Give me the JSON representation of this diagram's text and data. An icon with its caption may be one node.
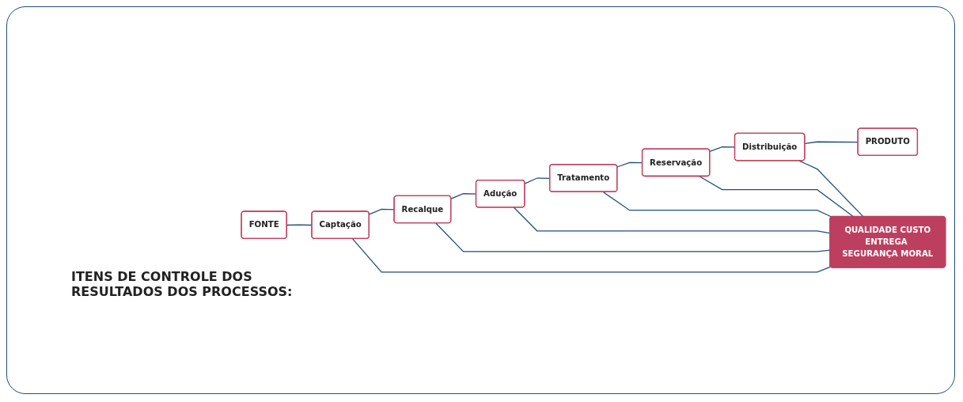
{
  "diagram": {
    "nodes": [
      {
        "text": [
          "FONTE"
        ]
      },
      {
        "text": [
          "Captação"
        ]
      },
      {
        "text": [
          "Recalque"
        ]
      },
      {
        "text": [
          "Adução"
        ]
      },
      {
        "text": [
          "Tratamento"
        ]
      },
      {
        "text": [
          "Reservação"
        ]
      },
      {
        "text": [
          "Distribuição"
        ]
      },
      {
        "text": [
          "PRODUTO"
        ]
      },
      {
        "text": [
          "QUALIDADE CUSTO",
          "ENTREGA SEGURANÇA MORAL"
        ]
      }
    ],
    "edges": [
      {
        "from": 0,
        "to": 1,
        "arrow": "none"
      },
      {
        "from": 1,
        "to": 2,
        "arrow": "none"
      },
      {
        "from": 2,
        "to": 3,
        "arrow": "none"
      },
      {
        "from": 3,
        "to": 4,
        "arrow": "none"
      },
      {
        "from": 4,
        "to": 5,
        "arrow": "none"
      },
      {
        "from": 5,
        "to": 6,
        "arrow": "none"
      },
      {
        "from": 6,
        "to": 7,
        "arrow": "none"
      },
      {
        "from": 1,
        "to": 8,
        "arrow": "none"
      },
      {
        "from": 2,
        "to": 8,
        "arrow": "none"
      },
      {
        "from": 3,
        "to": 8,
        "arrow": "none"
      },
      {
        "from": 4,
        "to": 8,
        "arrow": "none"
      },
      {
        "from": 5,
        "to": 8,
        "arrow": "none"
      },
      {
        "from": 6,
        "to": 8,
        "arrow": "none"
      }
    ],
    "labels": [
      "ITENS DE CONTROLE DOS RESULTADOS DOS PROCESSOS:"
    ]
  }
}
